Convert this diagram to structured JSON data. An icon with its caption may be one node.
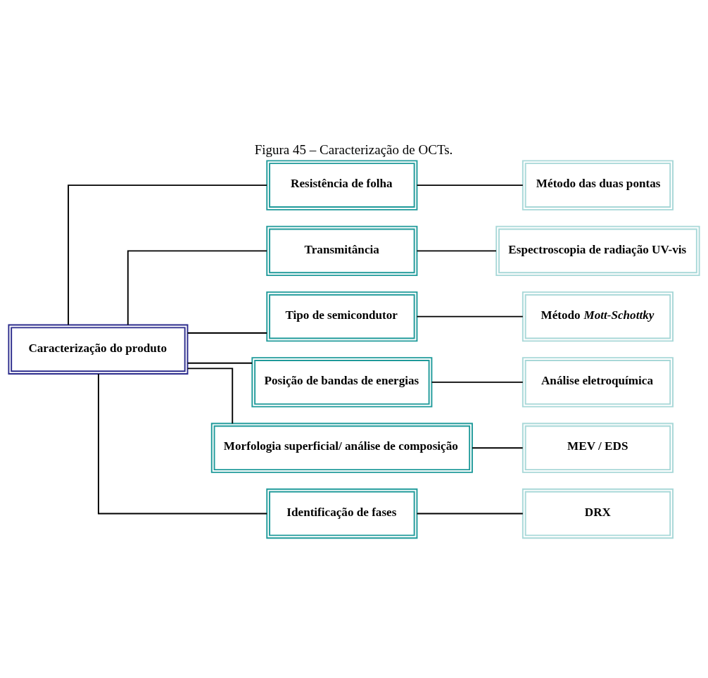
{
  "diagram": {
    "title": "Figura 45 – Caracterização de OCTs.",
    "nodes": [
      {
        "text": [
          "Caracterização do produto"
        ]
      },
      {
        "text": [
          "Resistência de folha"
        ]
      },
      {
        "text": [
          "Método das duas pontas"
        ]
      },
      {
        "text": [
          "Transmitância"
        ]
      },
      {
        "text": [
          "Espectroscopia de radiação UV-vis"
        ]
      },
      {
        "text": [
          "Tipo de semicondutor"
        ]
      },
      {
        "text": [
          "Método *Mott-Schottky*"
        ]
      },
      {
        "text": [
          "Posição de bandas de energias"
        ]
      },
      {
        "text": [
          "Análise eletroquímica"
        ]
      },
      {
        "text": [
          "Morfologia superficial/ análise de composição"
        ]
      },
      {
        "text": [
          "MEV / EDS"
        ]
      },
      {
        "text": [
          "Identificação de fases"
        ]
      },
      {
        "text": [
          "DRX"
        ]
      }
    ],
    "edges": [
      {
        "from": 0,
        "to": 1,
        "arrow": "none"
      },
      {
        "from": 0,
        "to": 3,
        "arrow": "none"
      },
      {
        "from": 0,
        "to": 5,
        "arrow": "none"
      },
      {
        "from": 0,
        "to": 7,
        "arrow": "none"
      },
      {
        "from": 0,
        "to": 9,
        "arrow": "none"
      },
      {
        "from": 0,
        "to": 11,
        "arrow": "none"
      },
      {
        "from": 1,
        "to": 2,
        "arrow": "none"
      },
      {
        "from": 3,
        "to": 4,
        "arrow": "none"
      },
      {
        "from": 5,
        "to": 6,
        "arrow": "none"
      },
      {
        "from": 7,
        "to": 8,
        "arrow": "none"
      },
      {
        "from": 9,
        "to": 10,
        "arrow": "none"
      },
      {
        "from": 11,
        "to": 12,
        "arrow": "none"
      }
    ]
  }
}
